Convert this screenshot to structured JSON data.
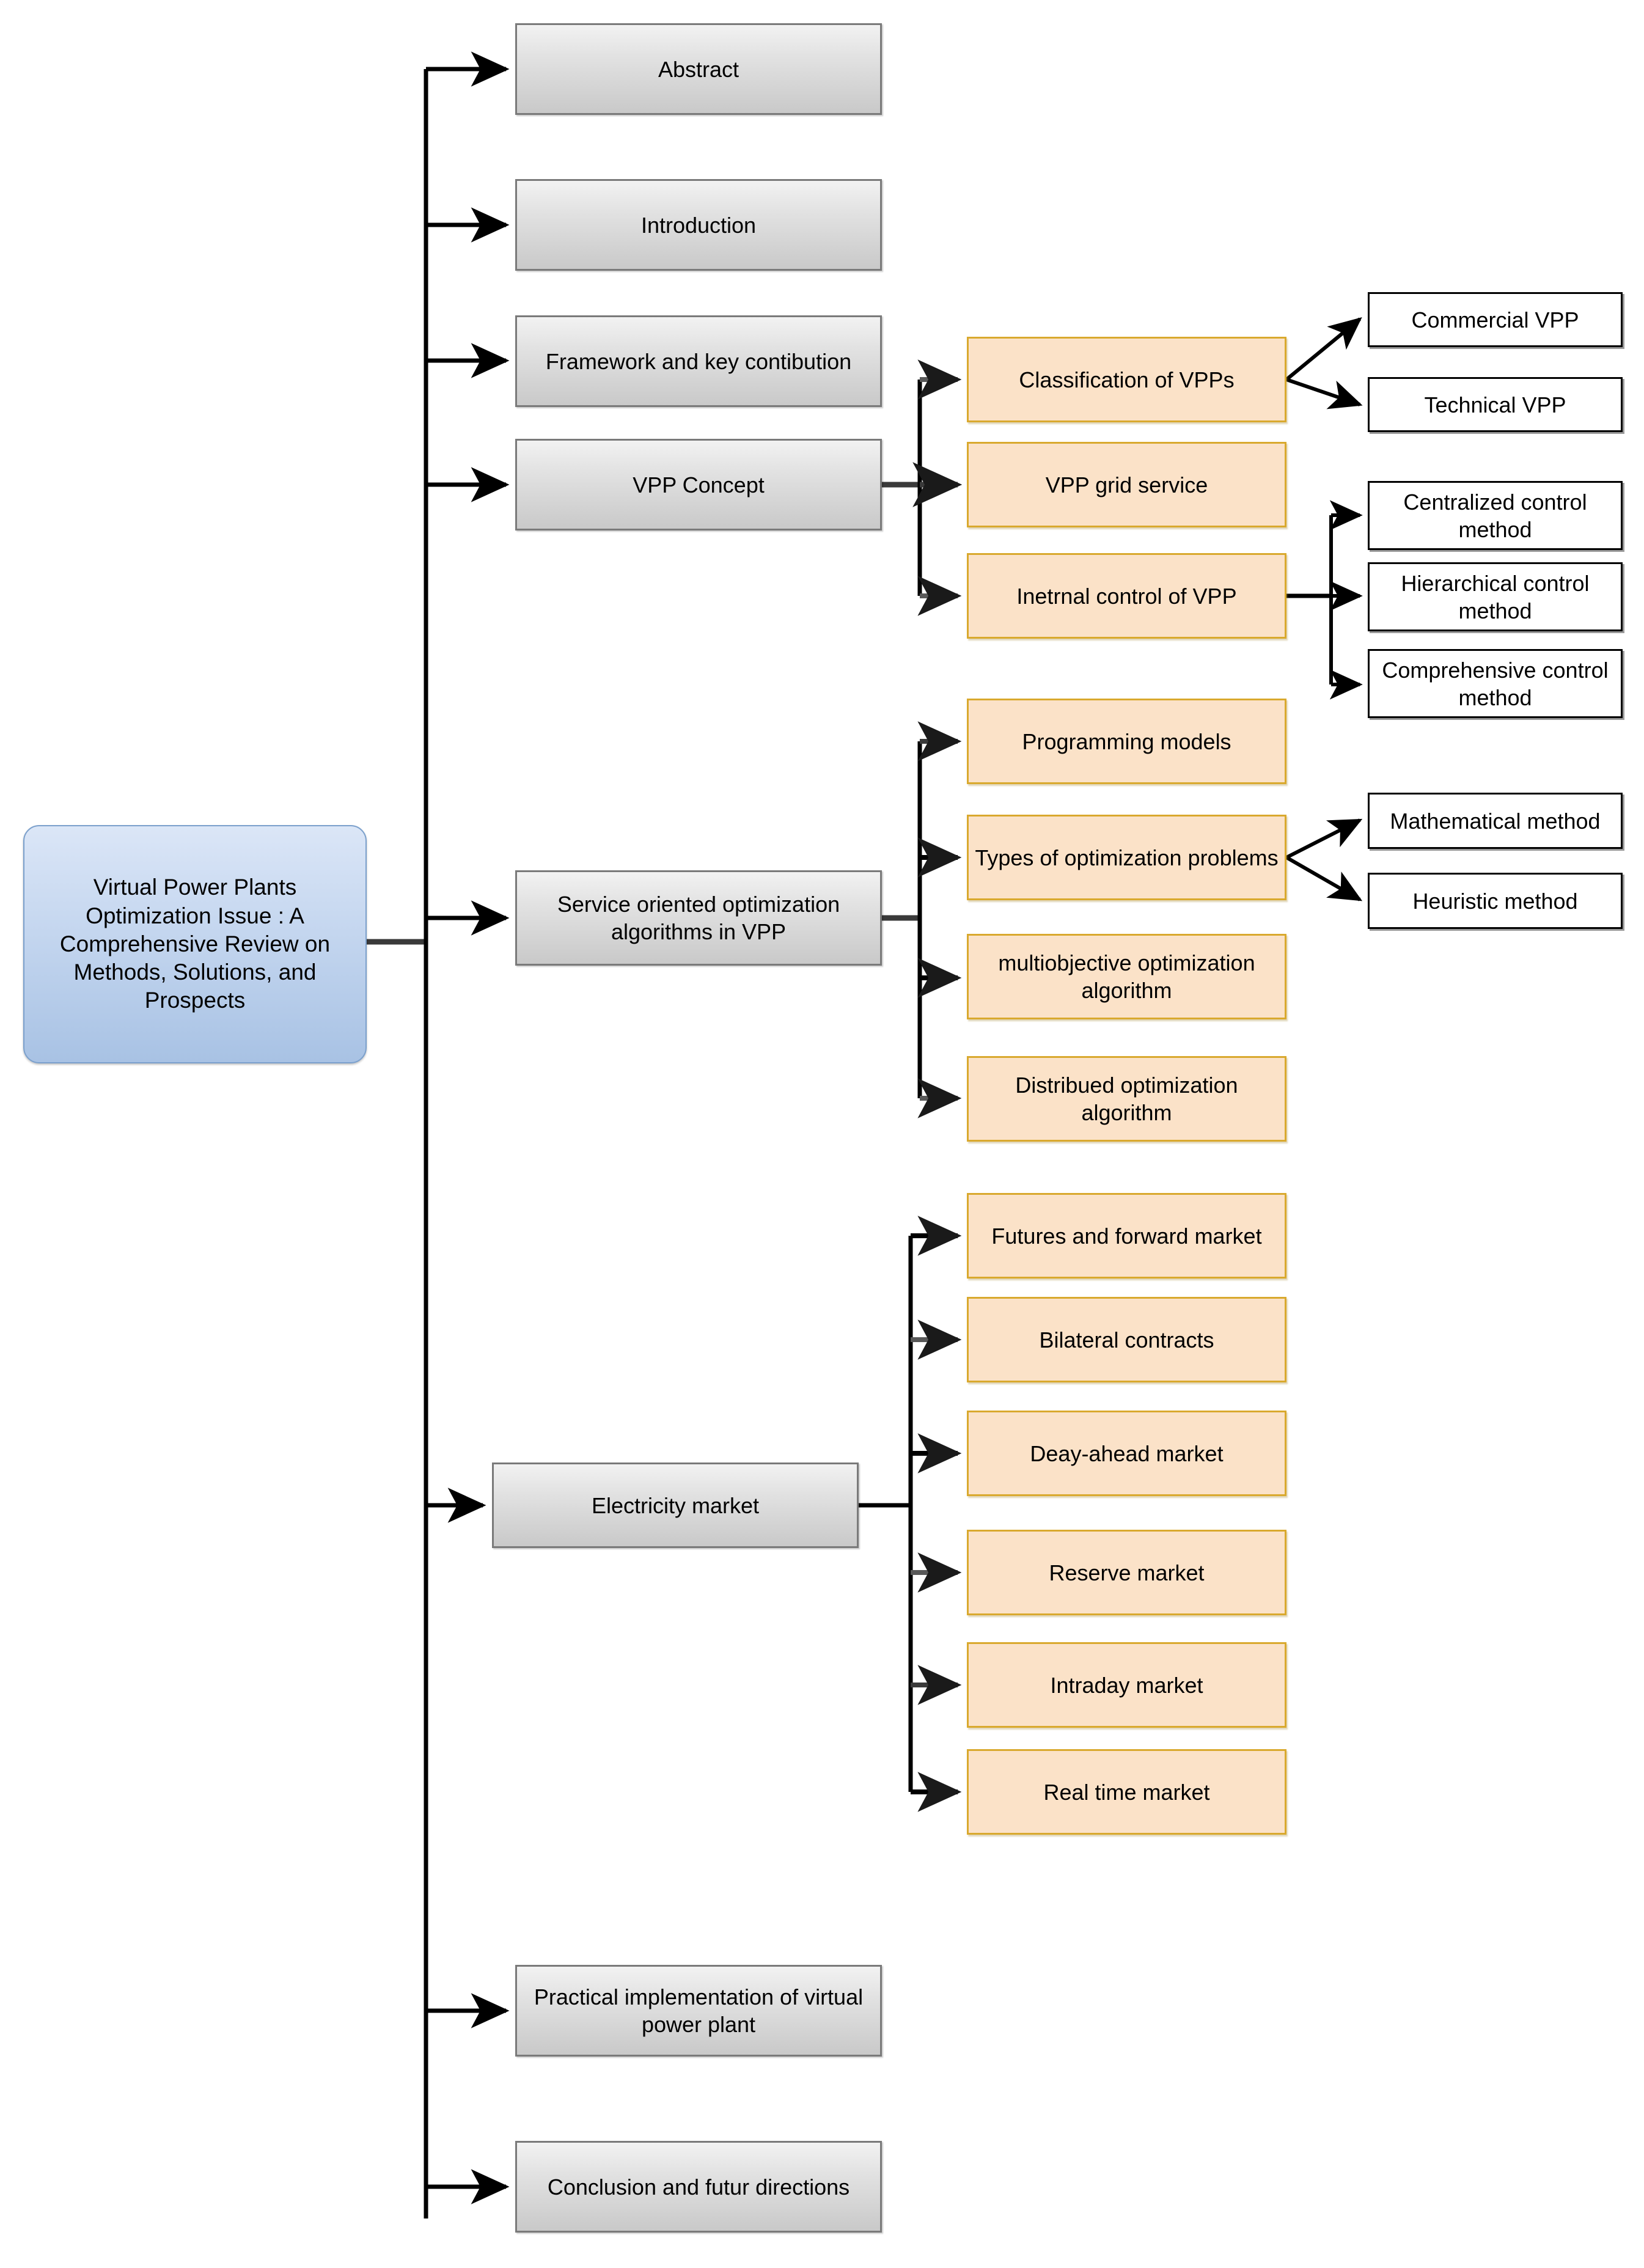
{
  "diagram": {
    "title_node": {
      "label": "Virtual Power Plants Optimization Issue : A Comprehensive Review on Methods, Solutions, and Prospects",
      "shape": "rounded-rectangle",
      "fill": "#c4d6ef",
      "stroke": "#7ba0cc"
    },
    "styles": {
      "grey_fill": "#e2e2e2",
      "grey_stroke": "#7a7a7a",
      "orange_fill": "#fbe2c8",
      "orange_stroke": "#d9a92e",
      "white_fill": "#ffffff",
      "white_stroke": "#000000",
      "connector": "#000000"
    },
    "sections": [
      {
        "id": "abstract",
        "label": "Abstract"
      },
      {
        "id": "introduction",
        "label": "Introduction"
      },
      {
        "id": "framework",
        "label": "Framework and key contibution"
      },
      {
        "id": "vpp-concept",
        "label": "VPP Concept"
      },
      {
        "id": "service-opt",
        "label": "Service oriented optimization algorithms in VPP"
      },
      {
        "id": "electricity-market",
        "label": "Electricity market"
      },
      {
        "id": "practical",
        "label": "Practical implementation of virtual power plant"
      },
      {
        "id": "conclusion",
        "label": "Conclusion and futur directions"
      }
    ],
    "vpp_concept_children": [
      {
        "id": "classification",
        "label": "Classification of VPPs"
      },
      {
        "id": "grid-service",
        "label": "VPP grid service"
      },
      {
        "id": "internal-control",
        "label": "Inetrnal control of VPP"
      }
    ],
    "classification_children": [
      {
        "id": "commercial-vpp",
        "label": "Commercial VPP"
      },
      {
        "id": "technical-vpp",
        "label": "Technical VPP"
      }
    ],
    "internal_control_children": [
      {
        "id": "centralized-control",
        "label": "Centralized control method"
      },
      {
        "id": "hierarchical-control",
        "label": "Hierarchical control method"
      },
      {
        "id": "comprehensive-control",
        "label": "Comprehensive control method"
      }
    ],
    "service_opt_children": [
      {
        "id": "programming-models",
        "label": "Programming models"
      },
      {
        "id": "types-optimization",
        "label": "Types of optimization problems"
      },
      {
        "id": "multiobjective",
        "label": "multiobjective optimization algorithm"
      },
      {
        "id": "distributed",
        "label": "Distribued optimization algorithm"
      }
    ],
    "types_optimization_children": [
      {
        "id": "mathematical-method",
        "label": "Mathematical method"
      },
      {
        "id": "heuristic-method",
        "label": "Heuristic method"
      }
    ],
    "market_children": [
      {
        "id": "futures-forward",
        "label": "Futures and forward market"
      },
      {
        "id": "bilateral",
        "label": "Bilateral contracts"
      },
      {
        "id": "day-ahead",
        "label": "Deay-ahead market"
      },
      {
        "id": "reserve",
        "label": "Reserve market"
      },
      {
        "id": "intraday",
        "label": "Intraday market"
      },
      {
        "id": "real-time",
        "label": "Real time market"
      }
    ]
  }
}
